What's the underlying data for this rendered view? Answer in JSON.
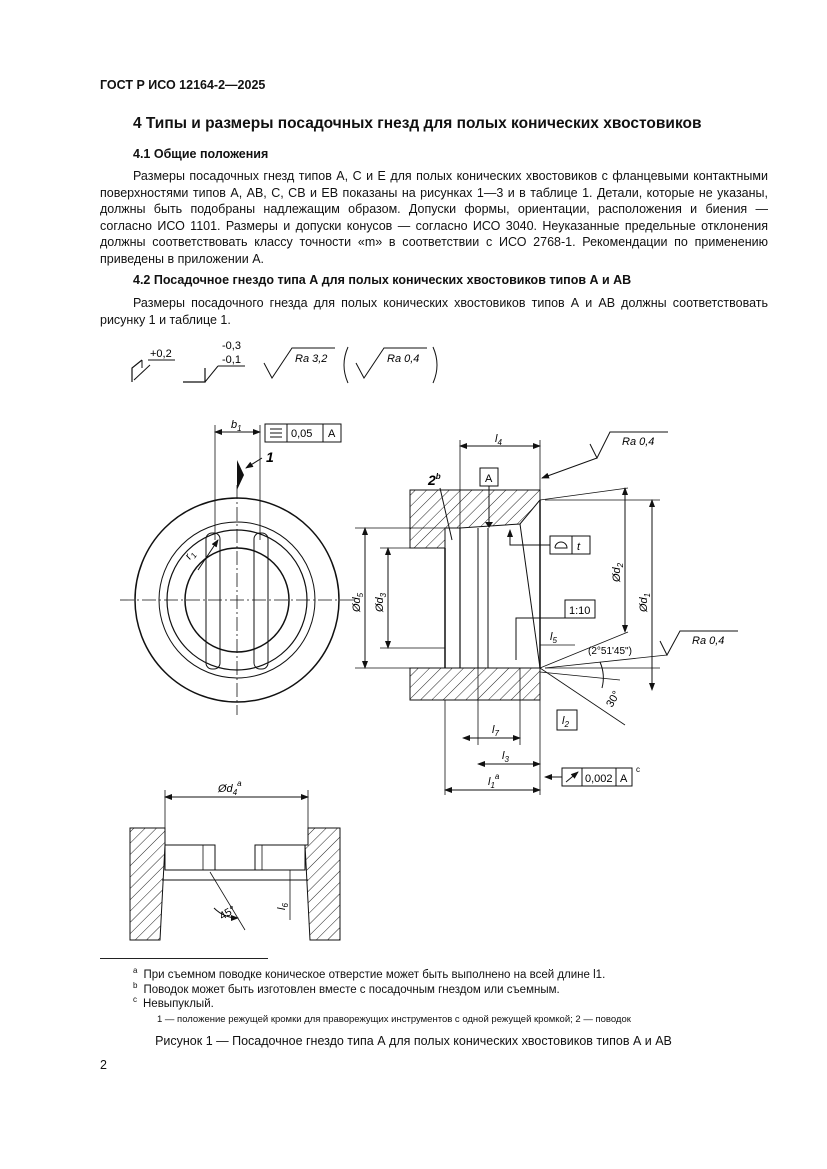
{
  "header": {
    "standard": "ГОСТ Р ИСО 12164-2—2025"
  },
  "section": {
    "title": "4  Типы и размеры посадочных гнезд для полых конических хвостовиков",
    "sub1_title": "4.1  Общие положения",
    "sub1_text": "Размеры посадочных гнезд типов А, С и Е для полых конических хвостовиков с фланцевыми контактными поверхностями типов А, АВ, С, СВ и ЕВ показаны на рисунках 1—3 и в таблице 1. Детали, которые не указаны, должны быть подобраны надлежащим образом. Допуски формы, ориентации, расположения и биения — согласно ИСО 1101. Размеры и допуски конусов — согласно ИСО 3040. Неуказанные предельные отклонения должны соответствовать классу точности «m» в соответствии с ИСО 2768-1. Рекомендации по применению приведены в приложении А.",
    "sub2_title": "4.2  Посадочное гнездо типа А для полых конических хвостовиков типов А и АВ",
    "sub2_text": "Размеры посадочного гнезда для полых конических хвостовиков типов А и АВ должны соответствовать рисунку 1 и таблице 1."
  },
  "figure": {
    "symbols": {
      "tol_plus": "+0,2",
      "tol_minus_upper": "-0,3",
      "tol_minus_lower": "-0,1",
      "ra1": "Ra 3,2",
      "ra2": "Ra 0,4",
      "ra3": "Ra 0,4",
      "ra4": "Ra 0,4"
    },
    "front": {
      "b1": "b",
      "b1_sub": "1",
      "sym_tol": "0,05",
      "datum": "A",
      "callout1": "1",
      "r1": "r",
      "r1_sub": "1"
    },
    "section": {
      "l4": "l",
      "l4_sub": "4",
      "callout2": "2",
      "callout2_sup": "b",
      "datum": "A",
      "d5": "Ød",
      "d5_sub": "5",
      "d3": "Ød",
      "d3_sub": "3",
      "d2": "Ød",
      "d2_sub": "2",
      "d1": "Ød",
      "d1_sub": "1",
      "profile_tol": "t",
      "taper": "1:10",
      "l5": "l",
      "l5_sub": "5",
      "angle": "(2°51'45\")",
      "chamfer": "30°",
      "l2": "l",
      "l2_sub": "2",
      "l7": "l",
      "l7_sub": "7",
      "l3": "l",
      "l3_sub": "3",
      "l1": "l",
      "l1_sub": "1",
      "l1_sup": "a",
      "runout_tol": "0,002",
      "runout_datum": "A",
      "runout_sup": "c"
    },
    "bottom": {
      "d4": "Ød",
      "d4_sub": "4",
      "d4_sup": "a",
      "angle": "45°",
      "l6": "l",
      "l6_sub": "6"
    }
  },
  "footnotes": {
    "a_mark": "a",
    "a": "При съемном поводке коническое отверстие может быть выполнено на всей длине l1.",
    "b_mark": "b",
    "b": "Поводок может быть изготовлен вместе с посадочным гнездом или съемным.",
    "c_mark": "c",
    "c": "Невыпуклый."
  },
  "legend": "1 — положение режущей кромки для праворежущих инструментов с одной режущей кромкой; 2 — поводок",
  "caption": "Рисунок 1 — Посадочное гнездо типа А для полых конических хвостовиков типов А и АВ",
  "page_number": "2"
}
